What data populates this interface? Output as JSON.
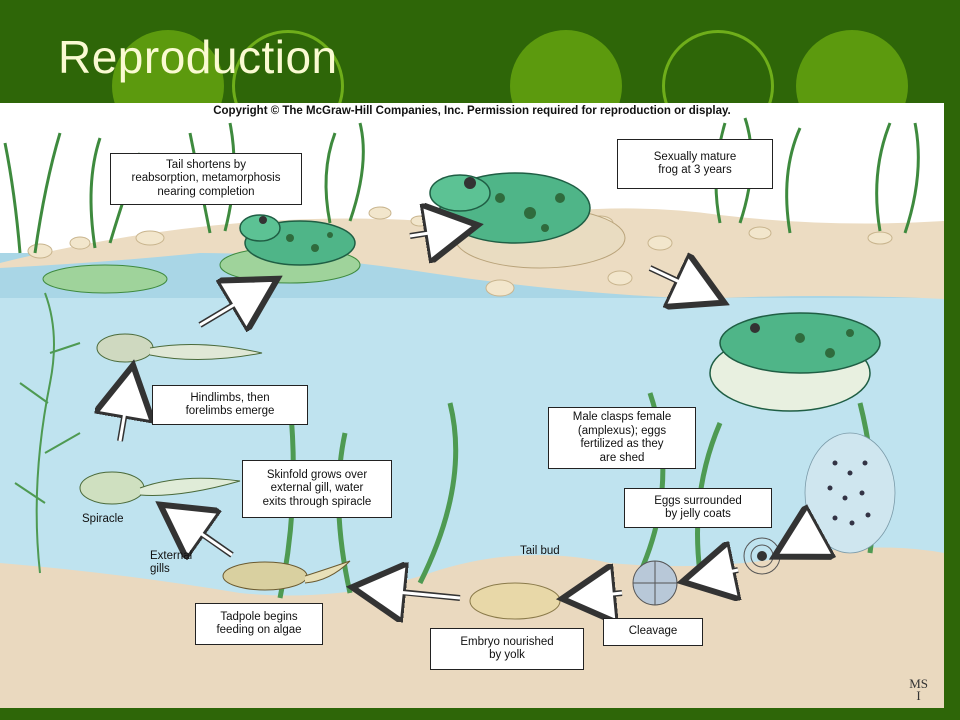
{
  "slide": {
    "title": "Reproduction"
  },
  "figure": {
    "copyright": "Copyright © The McGraw-Hill Companies, Inc. Permission required for reproduction or display.",
    "artist_initials": "MS\nI",
    "stages": {
      "tail_shortens": "Tail shortens by\nreabsorption, metamorphosis\nnearing completion",
      "mature_frog": "Sexually mature\nfrog at 3 years",
      "amplexus": "Male clasps female\n(amplexus); eggs\nfertilized as they\nare shed",
      "eggs_jelly": "Eggs surrounded\nby jelly coats",
      "cleavage": "Cleavage",
      "embryo": "Embryo nourished\nby yolk",
      "tadpole_feeding": "Tadpole begins\nfeeding on algae",
      "skinfold": "Skinfold grows over\nexternal gill, water\nexits through spiracle",
      "limbs": "Hindlimbs, then\nforelimbs emerge"
    },
    "callouts": {
      "tail_bud": "Tail bud",
      "spiracle": "Spiracle",
      "external_gills": "External\ngills"
    }
  },
  "colors": {
    "slide_background": "#2e6608",
    "decor_circle": "#5c9a0e",
    "title_text": "#fafad2",
    "water": "#bfe3ef",
    "frog_green": "#4fb588",
    "soil": "#ead9bf"
  }
}
